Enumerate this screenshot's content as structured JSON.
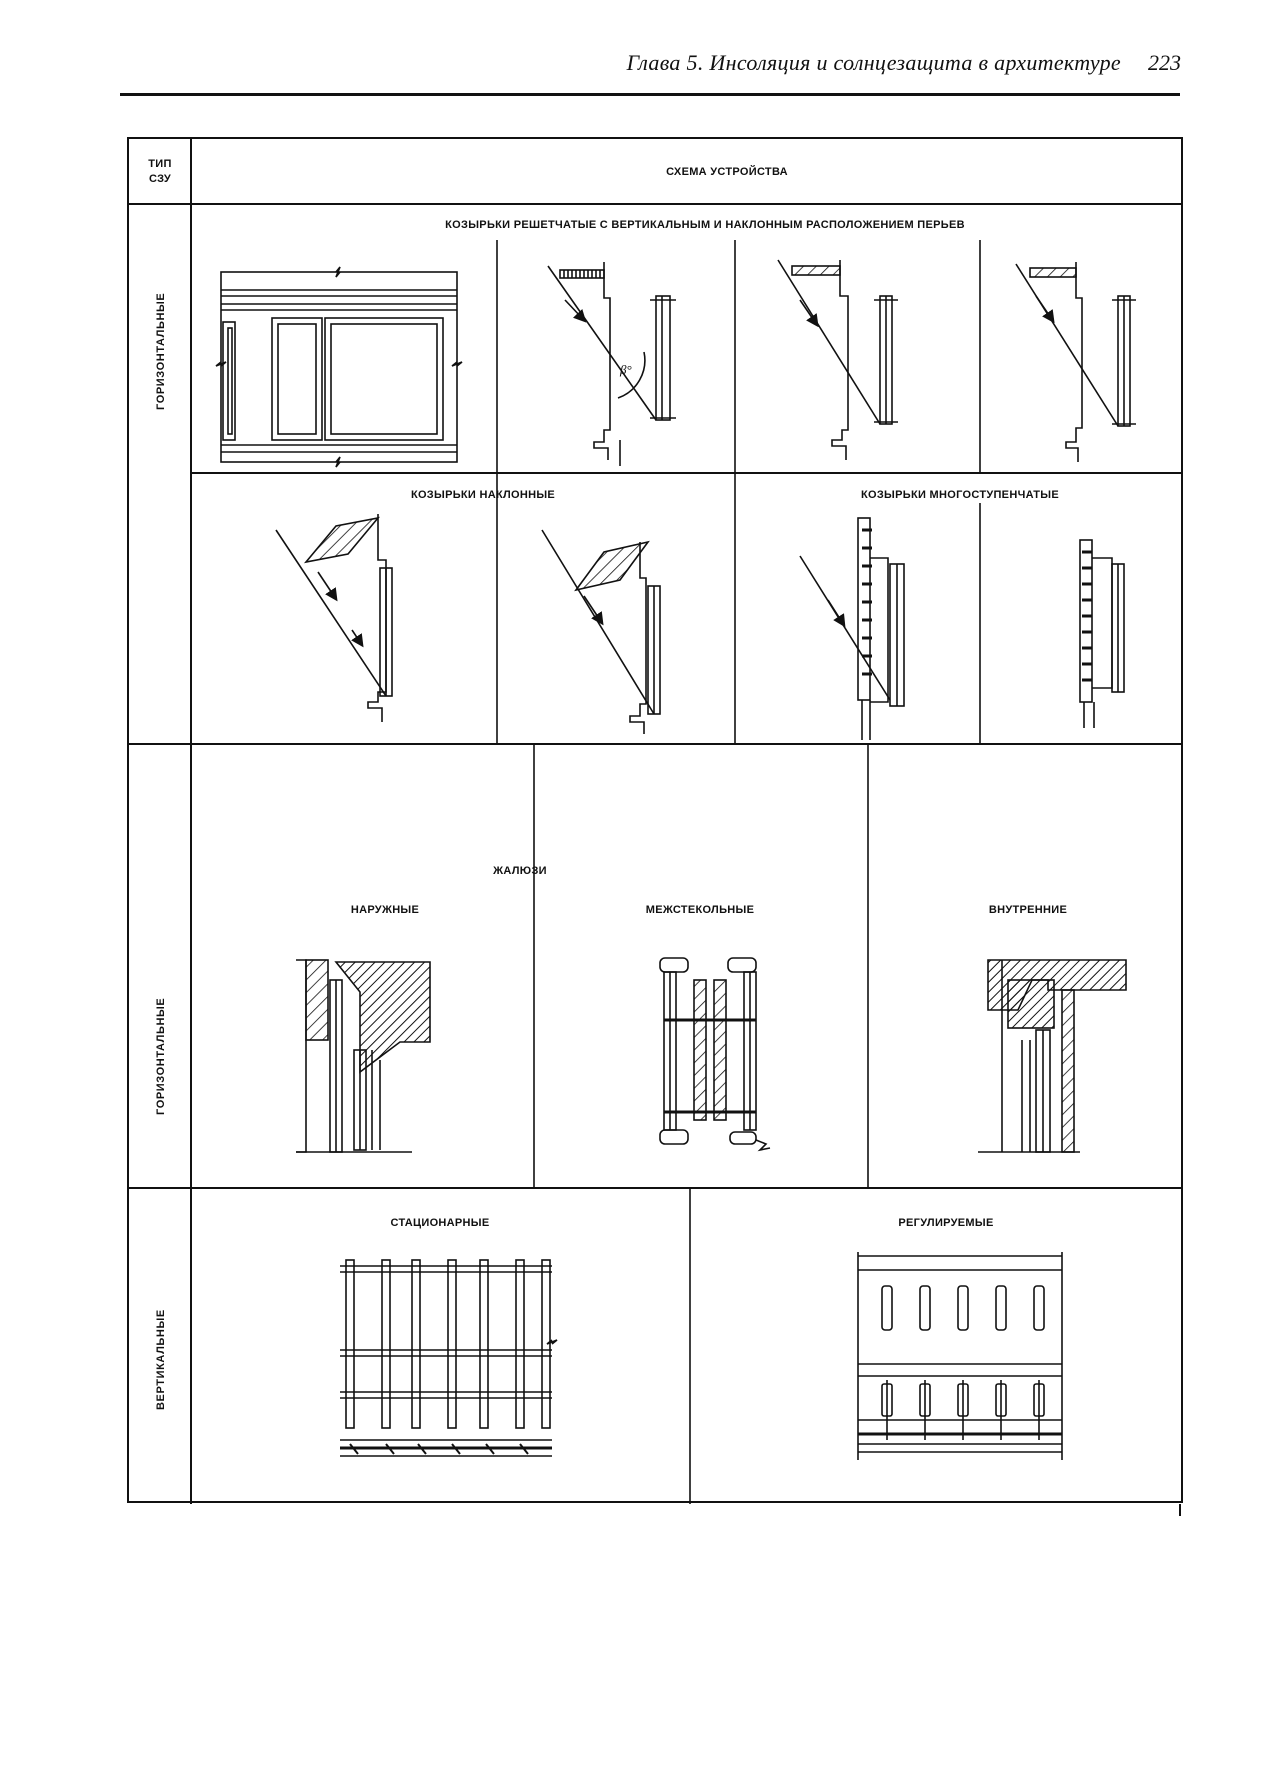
{
  "header": {
    "title": "Глава 5. Инсоляция и солнцезащита в архитектуре",
    "page_number": "223"
  },
  "table": {
    "col_type_header_line1": "ТИП",
    "col_type_header_line2": "СЗУ",
    "col_scheme_header": "СХЕМА УСТРОЙСТВА",
    "row1_type": "ГОРИЗОНТАЛЬНЫЕ",
    "row2_type": "ГОРИЗОНТАЛЬНЫЕ",
    "row3_type": "ВЕРТИКАЛЬНЫЕ",
    "section_grille": "КОЗЫРЬКИ РЕШЕТЧАТЫЕ С ВЕРТИКАЛЬНЫМ И НАКЛОННЫМ РАСПОЛОЖЕНИЕМ ПЕРЬЕВ",
    "section_inclined": "КОЗЫРЬКИ НАКЛОННЫЕ",
    "section_multistep": "КОЗЫРЬКИ МНОГОСТУПЕНЧАТЫЕ",
    "angle_label": "β°",
    "section_blinds": "ЖАЛЮЗИ",
    "blinds_outer": "НАРУЖНЫЕ",
    "blinds_between": "МЕЖСТЕКОЛЬНЫЕ",
    "blinds_inner": "ВНУТРЕННИЕ",
    "vertical_fixed": "СТАЦИОНАРНЫЕ",
    "vertical_adjustable": "РЕГУЛИРУЕМЫЕ"
  }
}
